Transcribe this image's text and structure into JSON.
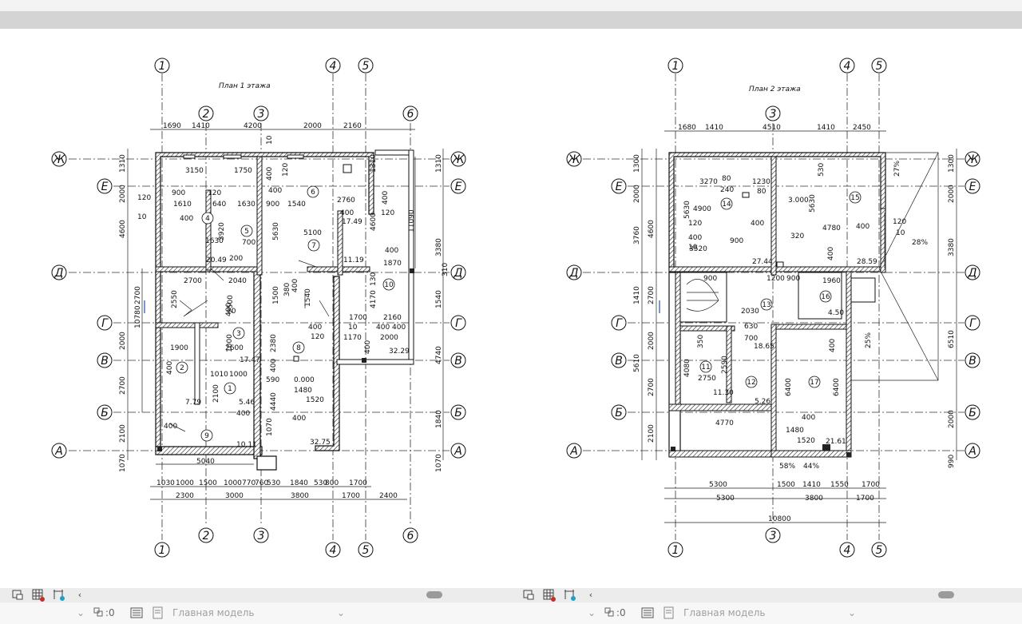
{
  "ui": {
    "plan1_title": "План 1 этажа",
    "plan2_title": "План 2 этажа",
    "model_label": "Главная модель",
    "layer_count": ":0"
  },
  "axes": {
    "vertical": [
      "1",
      "2",
      "3",
      "4",
      "5",
      "6"
    ],
    "horizontal": [
      "Ж",
      "Е",
      "Д",
      "Г",
      "В",
      "Б",
      "А"
    ]
  },
  "icons": {
    "layout-tab-icon": "tab",
    "grid-icon": "grid",
    "ruler-icon": "ruler",
    "prev-arrow-icon": "‹",
    "chevron-down-icon": "⌄",
    "layers-icon": "layers",
    "list-icon": "list"
  },
  "plan1_labels": {
    "d1690": "1690",
    "d1410": "1410",
    "d4200": "4200",
    "d2000": "2000",
    "d2160": "2160",
    "d1310": "1310",
    "d2000b": "2000",
    "d4600": "4600",
    "d2700": "2700",
    "d2000c": "2000",
    "d2700b": "2700",
    "d2100": "2100",
    "d1070": "1070",
    "d10780": "10780",
    "d3150": "3150",
    "d1750": "1750",
    "d2760": "2760",
    "d5100": "5100",
    "d11090": "11090",
    "d1870": "1870",
    "d1700": "1700",
    "d2160b": "2160",
    "d2000d": "2000",
    "d1170": "1170",
    "d5040": "5040",
    "d1480": "1480",
    "d1520": "1520",
    "d2600": "2600",
    "d1900": "1900",
    "d1010": "1010",
    "d1000": "1000",
    "d2040": "2040",
    "d3920": "3920",
    "d1630": "1630",
    "d2550": "2550",
    "d2500": "2500",
    "d1500": "1500",
    "d2380": "2380",
    "d4440": "4440",
    "d4170": "4170",
    "d1540": "1540",
    "d3380": "3380",
    "d4740": "4740",
    "d1840": "1840",
    "b1030": "1030",
    "b1000": "1000",
    "b1500": "1500",
    "b1000b": "1000",
    "b770": "770",
    "b760": "760",
    "b530": "530",
    "b1840": "1840",
    "b530b": "530",
    "b800": "800",
    "b1700": "1700",
    "c2300": "2300",
    "c3000": "3000",
    "c3800": "3800",
    "c1700": "1700",
    "c2400": "2400",
    "r1": "1",
    "r2": "2",
    "r3": "3",
    "r4": "4",
    "r5": "5",
    "r6": "6",
    "r7": "7",
    "r8": "8",
    "r9": "9",
    "r10": "10",
    "a1": "17.49",
    "a2": "11.19",
    "a3": "20.49",
    "a4": "17.47",
    "a5": "7.79",
    "a6": "5.46",
    "a7": "10.11",
    "a8": "32.75",
    "a9": "32.29",
    "a10": "0.000",
    "m1": "400",
    "m2": "120",
    "m3": "900",
    "m4": "1610",
    "m5": "640",
    "m6": "5630",
    "m7": "10",
    "m8": "70",
    "m9": "700",
    "m10": "200",
    "m11": "380",
    "m12": "590",
    "m13": "130",
    "m14": "310"
  },
  "plan2_labels": {
    "d1680": "1680",
    "d1410": "1410",
    "d4510": "4510",
    "d1410b": "1410",
    "d2450": "2450",
    "d1300": "1300",
    "d2000": "2000",
    "d4600": "4600",
    "d3760": "3760",
    "d1410c": "1410",
    "d2700": "2700",
    "d2000b": "2000",
    "d2700b": "2700",
    "d2100": "2100",
    "d5610": "5610",
    "d6510": "6510",
    "d3380": "3380",
    "d2000c": "2000",
    "d990": "990",
    "d3270": "3270",
    "d1230": "1230",
    "d4900": "4900",
    "d4780": "4780",
    "d3520": "3520",
    "d2030": "2030",
    "d1960": "1960",
    "d2750": "2750",
    "d4770": "4770",
    "d1480": "1480",
    "d1520": "1520",
    "d6400": "6400",
    "d6400b": "6400",
    "d4080": "4080",
    "d2590": "2590",
    "b5300": "5300",
    "b1500": "1500",
    "b1410": "1410",
    "b1550": "1550",
    "b1700": "1700",
    "c5300": "5300",
    "c3800": "3800",
    "c1700": "1700",
    "t10800": "10800",
    "r11": "11",
    "r12": "12",
    "r13": "13",
    "r14": "14",
    "r15": "15",
    "r16": "16",
    "r17": "17",
    "a1": "3.000",
    "a2": "27.44",
    "a3": "28.59",
    "a4": "18.65",
    "a5": "11.30",
    "a6": "5.26",
    "a7": "21.61",
    "a8": "4.50",
    "p1": "28%",
    "p2": "27%",
    "p3": "25%",
    "p4": "58%",
    "p5": "44%",
    "m1": "80",
    "m2": "240",
    "m3": "530",
    "m4": "5630",
    "m5": "120",
    "m6": "10",
    "m7": "400",
    "m8": "320",
    "m9": "630",
    "m10": "700",
    "m11": "350",
    "m12": "900",
    "m13": "1200"
  }
}
